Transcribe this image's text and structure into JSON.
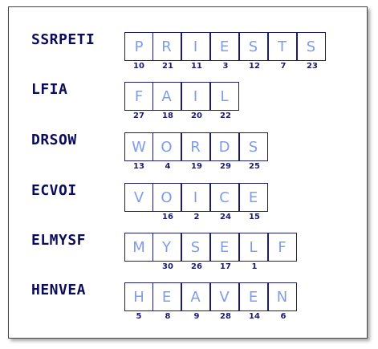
{
  "puzzle": {
    "rows": [
      {
        "scrambled": "SSRPETI",
        "cells": [
          {
            "letter": "P",
            "number": "10"
          },
          {
            "letter": "R",
            "number": "21"
          },
          {
            "letter": "I",
            "number": "11"
          },
          {
            "letter": "E",
            "number": "3"
          },
          {
            "letter": "S",
            "number": "12"
          },
          {
            "letter": "T",
            "number": "7"
          },
          {
            "letter": "S",
            "number": "23"
          }
        ]
      },
      {
        "scrambled": "LFIA",
        "cells": [
          {
            "letter": "F",
            "number": "27"
          },
          {
            "letter": "A",
            "number": "18"
          },
          {
            "letter": "I",
            "number": "20"
          },
          {
            "letter": "L",
            "number": "22"
          }
        ]
      },
      {
        "scrambled": "DRSOW",
        "cells": [
          {
            "letter": "W",
            "number": "13"
          },
          {
            "letter": "O",
            "number": "4"
          },
          {
            "letter": "R",
            "number": "19"
          },
          {
            "letter": "D",
            "number": "29"
          },
          {
            "letter": "S",
            "number": "25"
          }
        ]
      },
      {
        "scrambled": "ECVOI",
        "cells": [
          {
            "letter": "V",
            "number": ""
          },
          {
            "letter": "O",
            "number": "16"
          },
          {
            "letter": "I",
            "number": "2"
          },
          {
            "letter": "C",
            "number": "24"
          },
          {
            "letter": "E",
            "number": "15"
          }
        ]
      },
      {
        "scrambled": "ELMYSF",
        "cells": [
          {
            "letter": "M",
            "number": ""
          },
          {
            "letter": "Y",
            "number": "30"
          },
          {
            "letter": "S",
            "number": "26"
          },
          {
            "letter": "E",
            "number": "17"
          },
          {
            "letter": "L",
            "number": "1"
          },
          {
            "letter": "F",
            "number": ""
          }
        ]
      },
      {
        "scrambled": "HENVEA",
        "cells": [
          {
            "letter": "H",
            "number": "5"
          },
          {
            "letter": "E",
            "number": "8"
          },
          {
            "letter": "A",
            "number": "9"
          },
          {
            "letter": "V",
            "number": "28"
          },
          {
            "letter": "E",
            "number": "14"
          },
          {
            "letter": "N",
            "number": "6"
          }
        ]
      }
    ]
  }
}
